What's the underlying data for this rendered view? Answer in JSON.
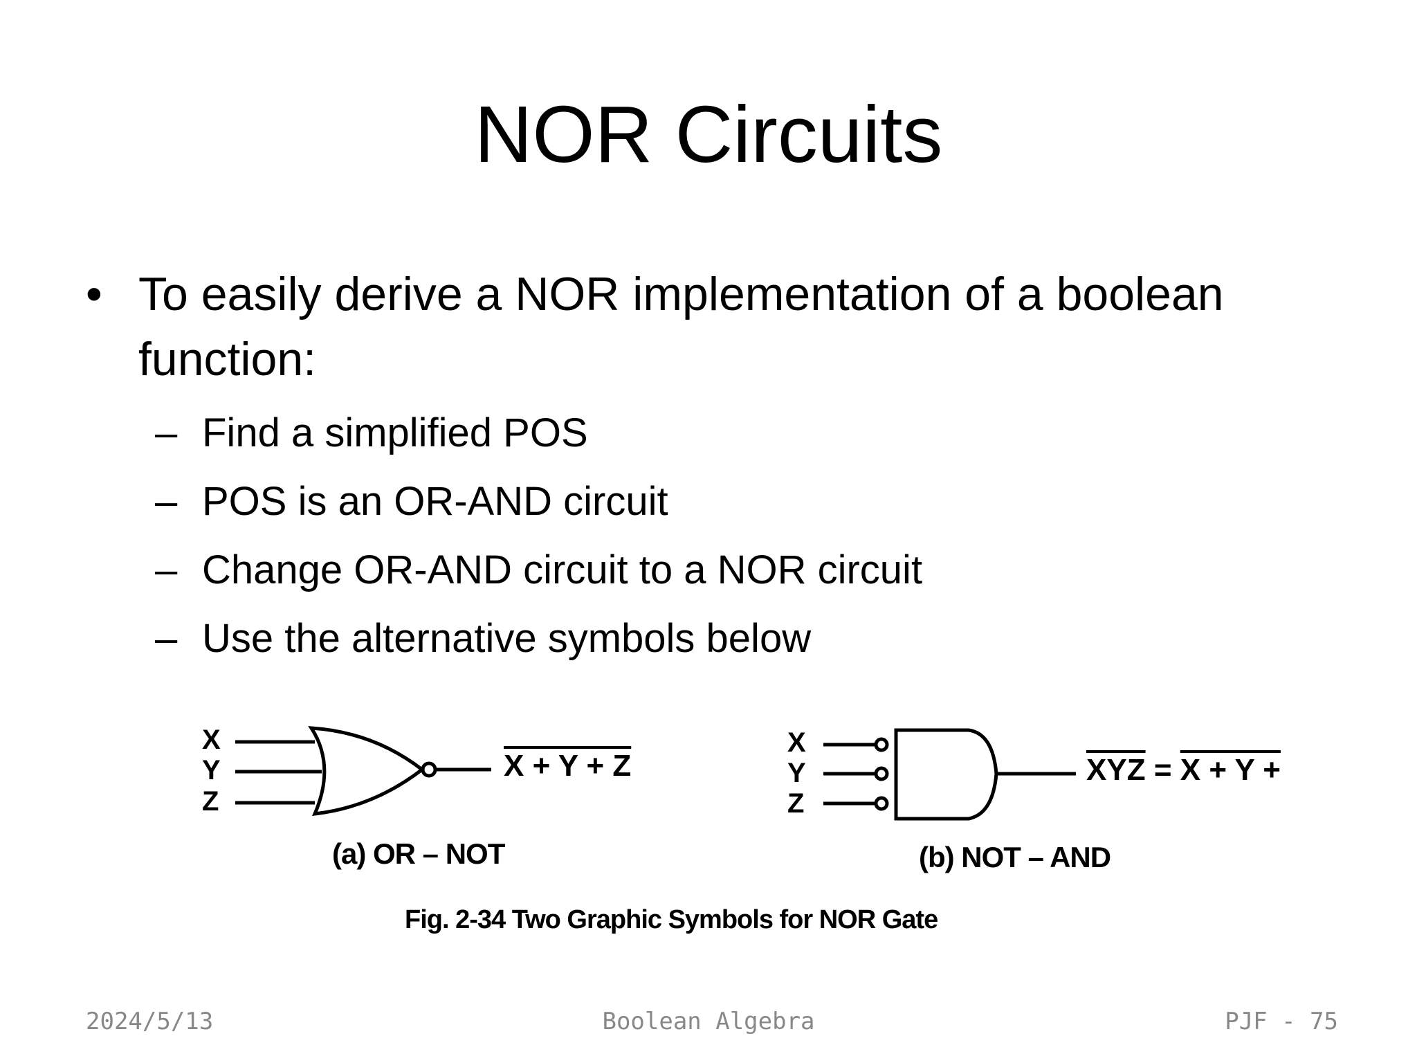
{
  "slide": {
    "title": "NOR Circuits",
    "bullet": "To easily derive a NOR implementation of a boolean function:",
    "bullet_symbol": "•",
    "dash_symbol": "–",
    "sub_items": [
      "Find a simplified POS",
      "POS is an OR-AND circuit",
      "Change OR-AND circuit to a NOR circuit",
      "Use the alternative symbols below"
    ]
  },
  "figure": {
    "inputs_a": [
      "X",
      "Y",
      "Z"
    ],
    "inputs_b": [
      "X",
      "Y",
      "Z"
    ],
    "output_a": "X + Y + Z",
    "output_b_left": "XYZ",
    "output_b_eq": "=",
    "output_b_right": "X + Y +",
    "label_a": "(a) OR – NOT",
    "label_b": "(b) NOT – AND",
    "caption": "Fig. 2-34  Two Graphic Symbols for NOR Gate"
  },
  "footer": {
    "date": "2024/5/13",
    "center": "Boolean Algebra",
    "page": "PJF - 75"
  },
  "colors": {
    "text": "#000000",
    "footer": "#888888",
    "background": "#ffffff"
  }
}
